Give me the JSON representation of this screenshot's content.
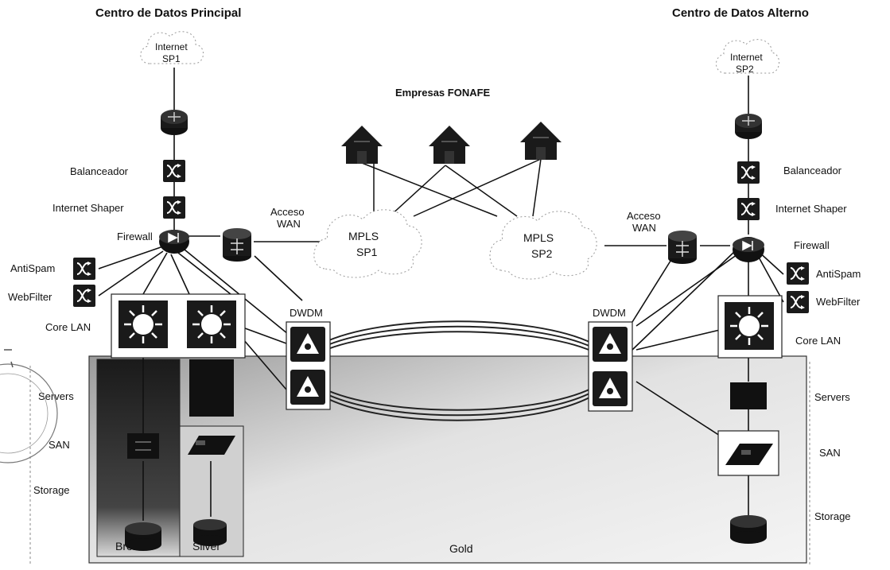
{
  "titles": {
    "principal": "Centro de Datos  Principal",
    "alterno": "Centro de Datos Alterno",
    "empresas": "Empresas FONAFE"
  },
  "clouds": {
    "internet_sp1": [
      "Internet",
      "SP1"
    ],
    "internet_sp2": [
      "Internet",
      "SP2"
    ],
    "mpls_sp1": [
      "MPLS",
      "SP1"
    ],
    "mpls_sp2": [
      "MPLS",
      "SP2"
    ]
  },
  "left": {
    "balanceador": "Balanceador",
    "internet_shaper": "Internet Shaper",
    "firewall": "Firewall",
    "antispam": "AntiSpam",
    "webfilter": "WebFilter",
    "core_lan": "Core  LAN",
    "servers": "Servers",
    "san": "SAN",
    "storage": "Storage",
    "acceso_wan": [
      "Acceso",
      "WAN"
    ],
    "dwdm": "DWDM"
  },
  "right": {
    "balanceador": "Balanceador",
    "internet_shaper": "Internet Shaper",
    "firewall": "Firewall",
    "antispam": "AntiSpam",
    "webfilter": "WebFilter",
    "core_lan": "Core  LAN",
    "servers": "Servers",
    "san": "SAN",
    "storage": "Storage",
    "acceso_wan": [
      "Acceso",
      "WAN"
    ],
    "dwdm": "DWDM"
  },
  "tiers": {
    "bronce": "Bronce",
    "silver": "Silver",
    "gold": "Gold"
  },
  "colors": {
    "device": "#1a1a1a",
    "gold_zone": "#d4d4d4",
    "line": "#111111"
  }
}
